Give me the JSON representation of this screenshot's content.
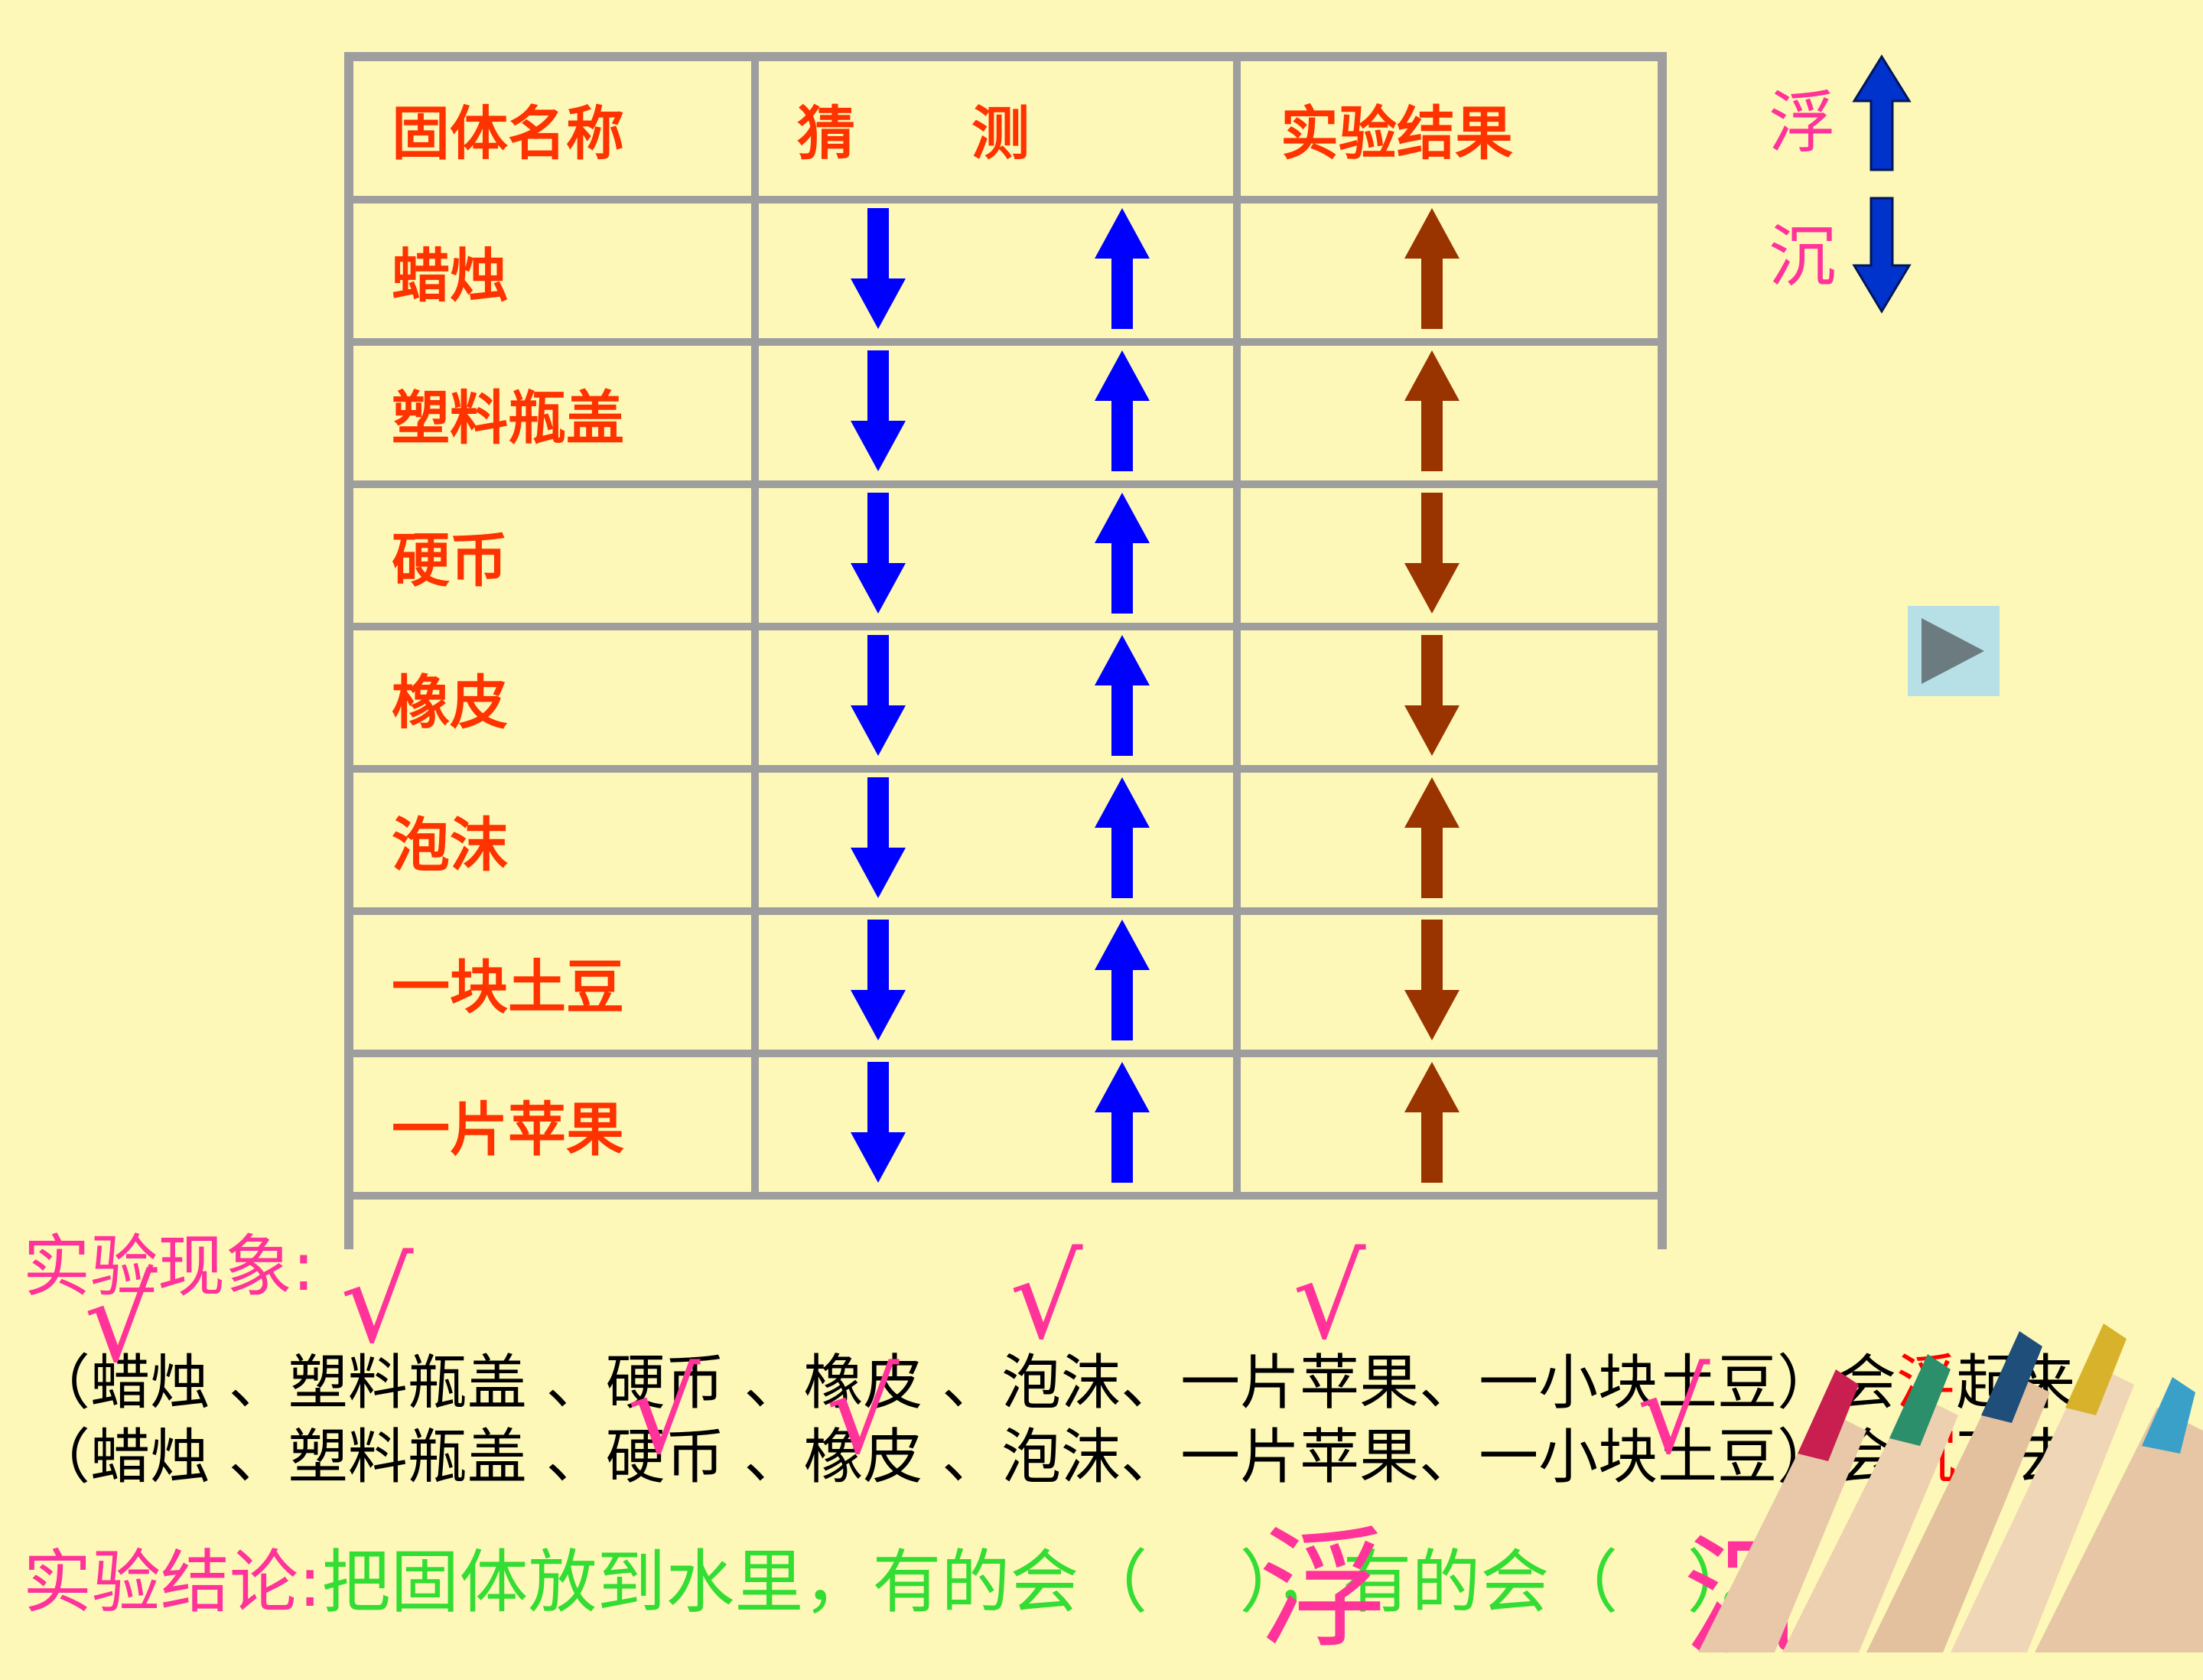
{
  "table": {
    "headers": [
      "固体名称",
      "猜　　测",
      "实验结果"
    ],
    "rows": [
      {
        "name": "蜡烛",
        "guess": [
          "down",
          "up"
        ],
        "result": "up"
      },
      {
        "name": "塑料瓶盖",
        "guess": [
          "down",
          "up"
        ],
        "result": "up"
      },
      {
        "name": "硬币",
        "guess": [
          "down",
          "up"
        ],
        "result": "down"
      },
      {
        "name": "橡皮",
        "guess": [
          "down",
          "up"
        ],
        "result": "down"
      },
      {
        "name": "泡沫",
        "guess": [
          "down",
          "up"
        ],
        "result": "up"
      },
      {
        "name": "一块土豆",
        "guess": [
          "down",
          "up"
        ],
        "result": "down"
      },
      {
        "name": "一片苹果",
        "guess": [
          "down",
          "up"
        ],
        "result": "up"
      }
    ]
  },
  "legend": {
    "float_label": "浮",
    "sink_label": "沉"
  },
  "phenomenon": {
    "title": "实验现象:",
    "line1": {
      "prefix": "（蜡烛 、塑料瓶盖 、硬币 、橡皮 、泡沫、一片苹果、一小块土豆）会",
      "keyword": "浮",
      "suffix": "起来;"
    },
    "line2": {
      "prefix": "（蜡烛 、塑料瓶盖 、硬币 、橡皮 、泡沫、一片苹果、一小块土豆）会",
      "keyword": "沉",
      "suffix": "下去。"
    }
  },
  "conclusion": {
    "title": "实验结论:",
    "text1": "把固体放到水里，有的会（",
    "text2": "），有的会（",
    "text3": "）。",
    "answer1": "浮",
    "answer2": "沉"
  },
  "check_mark": "√",
  "colors": {
    "background": "#fdf8b8",
    "grid": "#9e9e9e",
    "header_text": "#ff3300",
    "guess_arrow": "#0000ff",
    "result_arrow": "#993300",
    "legend_arrow": "#0033cc",
    "pink": "#ff3399",
    "conclusion_text": "#33dd33"
  }
}
